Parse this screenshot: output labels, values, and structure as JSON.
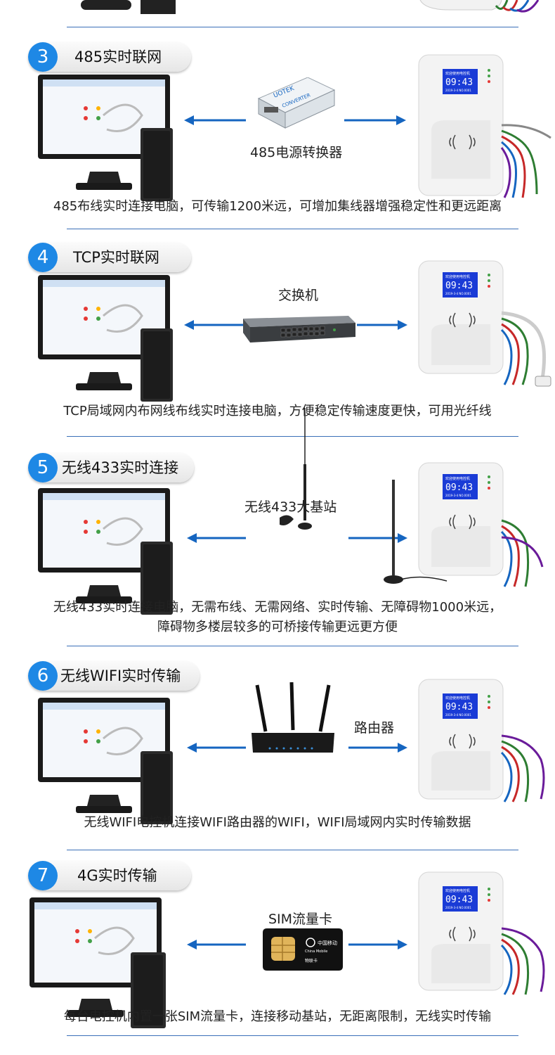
{
  "sections": [
    {
      "number": "3",
      "title": "485实时联网",
      "device_label": "485电源转换器",
      "device_icon": "rs485-converter-icon",
      "converter_brand": "UOTEK",
      "converter_text": "CONVERTER",
      "caption": "485布线实时连接电脑，可传输1200米远，可增加集线器增强稳定性和更远距离"
    },
    {
      "number": "4",
      "title": "TCP实时联网",
      "device_label": "交换机",
      "device_icon": "network-switch-icon",
      "caption": "TCP局域网内布网线布线实时连接电脑，方便稳定传输速度更快，可用光纤线"
    },
    {
      "number": "5",
      "title": "无线433实时连接",
      "device_label": "无线433大基站",
      "device_icon": "wireless-base-station-icon",
      "caption_lines": [
        "无线433实时连接电脑，无需布线、无需网络、实时传输、无障碍物1000米远，",
        "障碍物多楼层较多的可桥接传输更远更方便"
      ]
    },
    {
      "number": "6",
      "title": "无线WIFI实时传输",
      "device_label": "路由器",
      "device_icon": "wifi-router-icon",
      "caption": "无线WIFI电控机连接WIFI路由器的WIFI，WIFI局域网内实时传输数据"
    },
    {
      "number": "7",
      "title": "4G实时传输",
      "device_label": "SIM流量卡",
      "device_icon": "sim-card-icon",
      "sim_brand": "中国移动",
      "sim_brand_en": "China Mobile",
      "sim_sub": "物联卡",
      "caption": "每台电控机内置一张SIM流量卡，连接移动基站，无距离限制，无线实时传输"
    }
  ],
  "reader_screen": {
    "line1": "欢迎使用电控机",
    "time": "09:43",
    "line3": "2019-3-4 NO.0001"
  },
  "colors": {
    "accent_blue": "#1e88e5",
    "arrow_blue": "#1565c0",
    "divider": "#3a6fb8"
  }
}
